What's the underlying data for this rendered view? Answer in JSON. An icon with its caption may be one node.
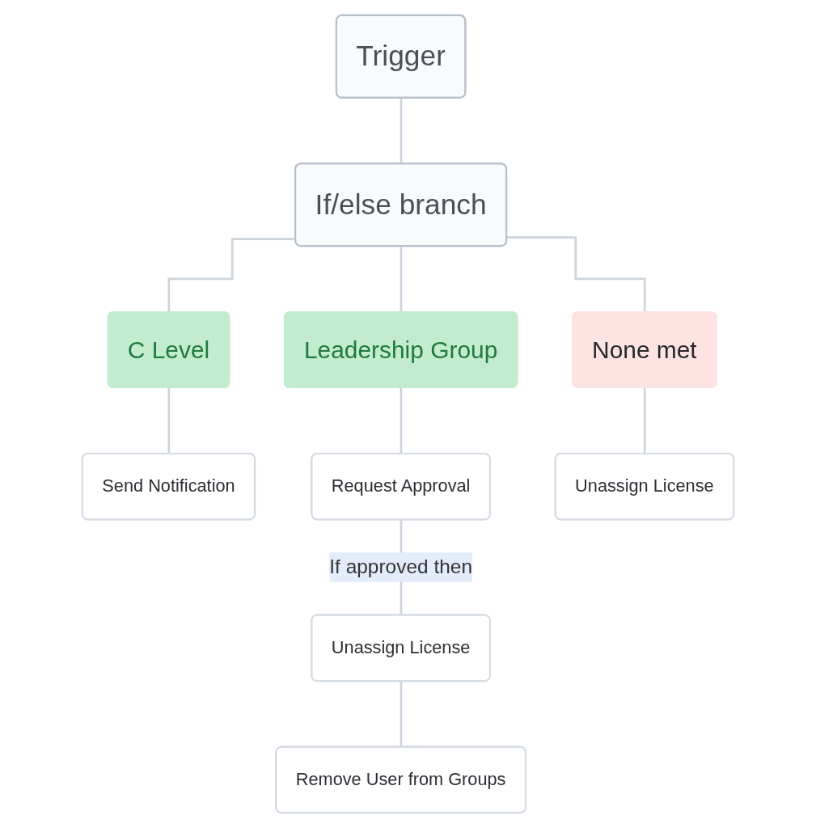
{
  "diagram": {
    "nodes": [
      {
        "text": [
          "Trigger"
        ]
      },
      {
        "text": [
          "If/else branch"
        ]
      },
      {
        "text": [
          "C Level"
        ]
      },
      {
        "text": [
          "Leadership Group"
        ]
      },
      {
        "text": [
          "None met"
        ]
      },
      {
        "text": [
          "Send Notification"
        ]
      },
      {
        "text": [
          "Request Approval"
        ]
      },
      {
        "text": [
          "Unassign License"
        ]
      },
      {
        "text": [
          "Unassign License"
        ]
      },
      {
        "text": [
          "Remove User from Groups"
        ]
      }
    ],
    "edges": [
      {
        "from": 0,
        "to": 1,
        "arrow": "none"
      },
      {
        "from": 1,
        "to": 2,
        "arrow": "none"
      },
      {
        "from": 1,
        "to": 3,
        "arrow": "none"
      },
      {
        "from": 1,
        "to": 4,
        "arrow": "none"
      },
      {
        "from": 2,
        "to": 5,
        "arrow": "none"
      },
      {
        "from": 3,
        "to": 6,
        "arrow": "none"
      },
      {
        "from": 4,
        "to": 7,
        "arrow": "none"
      },
      {
        "from": 6,
        "to": 8,
        "label": "If approved then",
        "arrow": "none"
      },
      {
        "from": 8,
        "to": 9,
        "arrow": "none"
      }
    ]
  }
}
